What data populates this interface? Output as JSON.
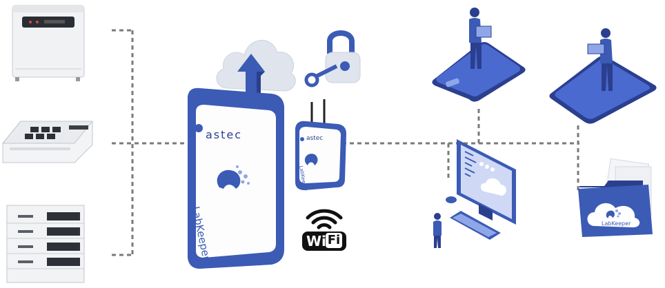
{
  "gateway": {
    "brand": "astec",
    "product": "LabKeeper"
  },
  "transmitter": {
    "brand": "astec",
    "product": "LabKeeper"
  },
  "wifi": {
    "text_wi": "Wi",
    "text_fi": "Fi"
  },
  "folder": {
    "product": "LabKeeper"
  },
  "colors": {
    "brand_blue": "#3b5bb5",
    "dark_blue": "#2b3f8f",
    "light_blue": "#8fa7e8",
    "cloud": "#dfe5ef",
    "connector": "#7a7a7a"
  },
  "icons": [
    "incubator-icon",
    "shaker-icon",
    "stacked-incubator-icon",
    "cloud-upload-icon",
    "padlock-key-icon",
    "wifi-icon",
    "smartphone-user-icon",
    "tablet-user-icon",
    "desktop-computer-icon",
    "folder-cloud-icon"
  ]
}
